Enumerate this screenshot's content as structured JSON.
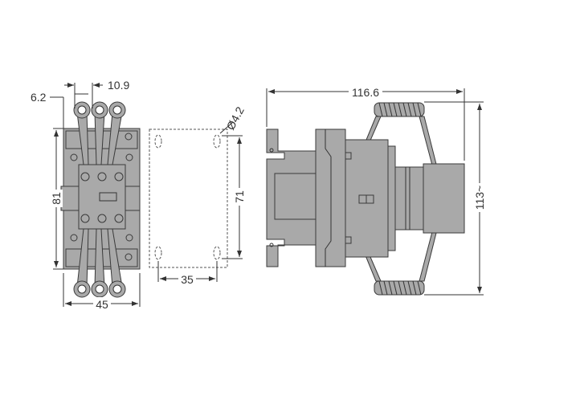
{
  "colors": {
    "body": "#a9a9a9",
    "line": "#3a3a3a",
    "background": "#ffffff"
  },
  "front_view": {
    "width_label": "45",
    "height_label": "81",
    "pitch_label": "10.9",
    "offset_label": "6.2"
  },
  "mounting_plate": {
    "hole_label": "Ø4.2",
    "vertical_spacing_label": "71",
    "horizontal_spacing_label": "35"
  },
  "side_view": {
    "depth_label": "116.6",
    "height_label": "113~"
  }
}
